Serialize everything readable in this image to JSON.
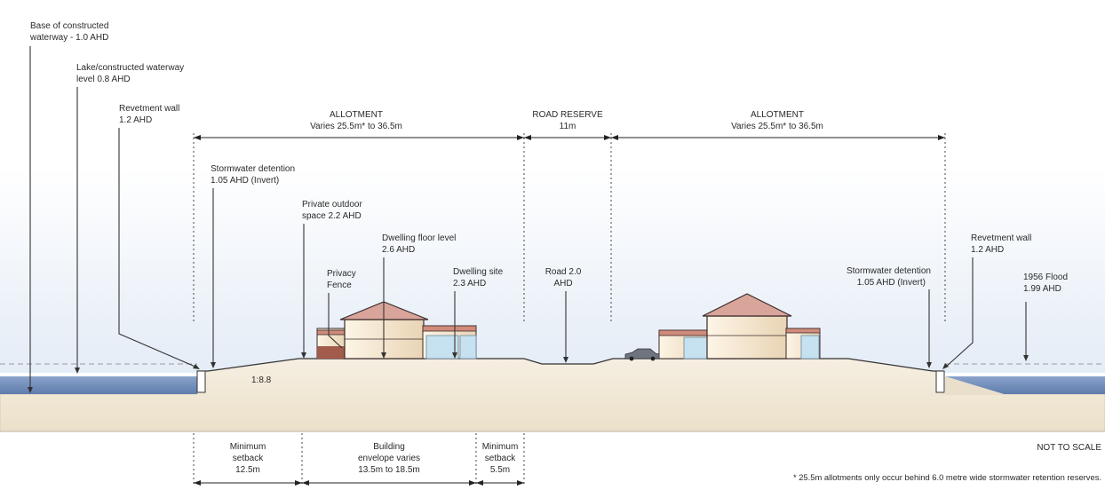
{
  "labels": {
    "base_waterway_1": "Base of constructed",
    "base_waterway_2": "waterway - 1.0 AHD",
    "lake_level_1": "Lake/constructed waterway",
    "lake_level_2": "level 0.8 AHD",
    "revetment_left_1": "Revetment wall",
    "revetment_left_2": "1.2 AHD",
    "stormwater_left_1": "Stormwater detention",
    "stormwater_left_2": "1.05 AHD (Invert)",
    "private_outdoor_1": "Private outdoor",
    "private_outdoor_2": "space 2.2 AHD",
    "dwelling_floor_1": "Dwelling floor level",
    "dwelling_floor_2": "2.6 AHD",
    "privacy_fence_1": "Privacy",
    "privacy_fence_2": "Fence",
    "dwelling_site_1": "Dwelling site",
    "dwelling_site_2": "2.3 AHD",
    "road_1": "Road 2.0",
    "road_2": "AHD",
    "stormwater_right_1": "Stormwater detention",
    "stormwater_right_2": "1.05 AHD (Invert)",
    "revetment_right_1": "Revetment wall",
    "revetment_right_2": "1.2 AHD",
    "flood_1": "1956 Flood",
    "flood_2": "1.99 AHD",
    "slope": "1:8.8"
  },
  "dimensions": {
    "allotment_left_title": "ALLOTMENT",
    "allotment_left_value": "Varies 25.5m* to 36.5m",
    "road_reserve_title": "ROAD RESERVE",
    "road_reserve_value": "11m",
    "allotment_right_title": "ALLOTMENT",
    "allotment_right_value": "Varies 25.5m* to 36.5m",
    "min_setback_1_l1": "Minimum",
    "min_setback_1_l2": "setback",
    "min_setback_1_l3": "12.5m",
    "envelope_l1": "Building",
    "envelope_l2": "envelope varies",
    "envelope_l3": "13.5m to 18.5m",
    "min_setback_2_l1": "Minimum",
    "min_setback_2_l2": "setback",
    "min_setback_2_l3": "5.5m"
  },
  "notes": {
    "scale": "NOT TO SCALE",
    "footnote": "* 25.5m allotments only occur behind 6.0 metre wide stormwater retention reserves."
  },
  "colors": {
    "sky_top": "#ffffff",
    "sky_bottom": "#e7eef7",
    "water": "#6d89b8",
    "ground": "#f1e8d7",
    "ground_shadow": "#e2d4b8",
    "roof": "#d9a59a",
    "wall": "#f8ecd8",
    "glass": "#c6e1ef",
    "brick": "#a65a4a"
  }
}
